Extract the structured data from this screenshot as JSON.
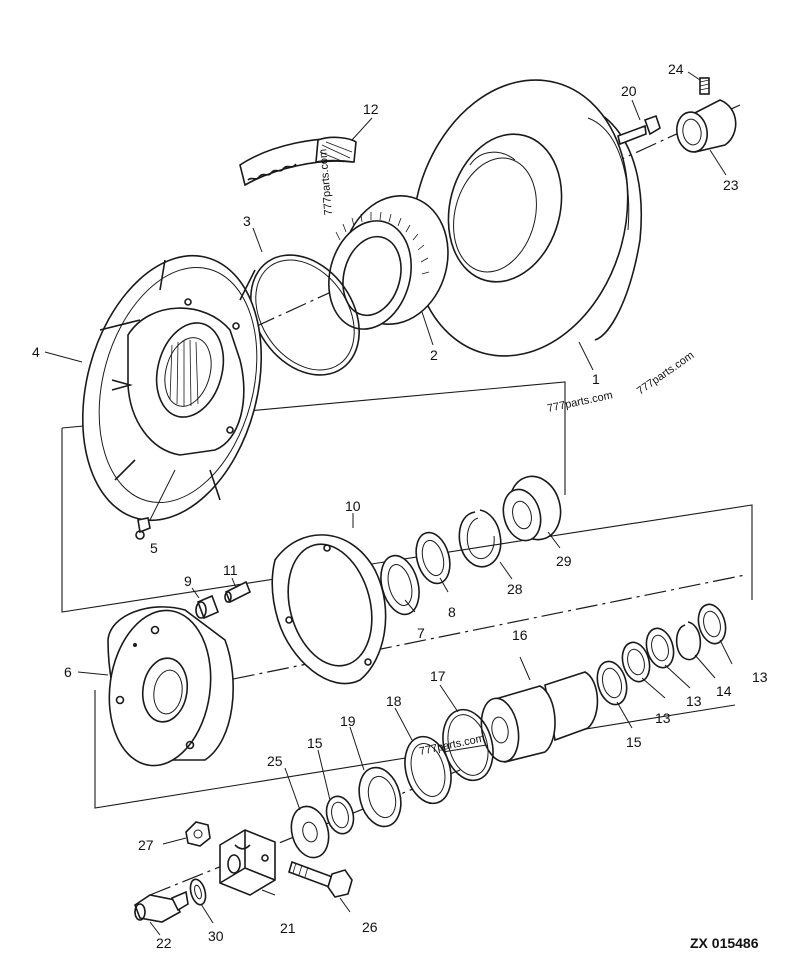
{
  "callouts": {
    "p1": "1",
    "p2": "2",
    "p3": "3",
    "p4": "4",
    "p5": "5",
    "p6": "6",
    "p7": "7",
    "p8": "8",
    "p9": "9",
    "p10": "10",
    "p11": "11",
    "p12": "12",
    "p13a": "13",
    "p13b": "13",
    "p13c": "13",
    "p14": "14",
    "p15a": "15",
    "p15b": "15",
    "p16": "16",
    "p17": "17",
    "p18": "18",
    "p19": "19",
    "p20": "20",
    "p21": "21",
    "p22": "22",
    "p23": "23",
    "p24": "24",
    "p25": "25",
    "p26": "26",
    "p27": "27",
    "p28": "28",
    "p29": "29",
    "p30": "30"
  },
  "watermarks": {
    "w1": "777parts.com",
    "w2": "777parts.com",
    "w3": "777parts.com",
    "w4": "777parts.com"
  },
  "drawing_code": "ZX 015486"
}
